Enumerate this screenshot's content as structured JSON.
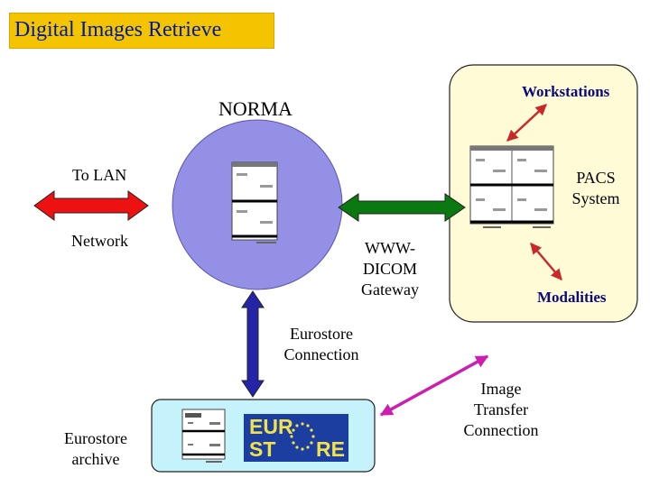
{
  "title": "Digital Images Retrieve",
  "labels": {
    "norma": "NORMA",
    "to_lan": "To LAN",
    "network": "Network",
    "gateway": [
      "WWW-",
      "DICOM",
      "Gateway"
    ],
    "workstations": "Workstations",
    "pacs": [
      "PACS",
      "System"
    ],
    "modalities": "Modalities",
    "eurostore_connection": [
      "Eurostore",
      "Connection"
    ],
    "eurostore_archive": [
      "Eurostore",
      "archive"
    ],
    "image_transfer": [
      "Image",
      "Transfer",
      "Connection"
    ]
  },
  "logo": {
    "line1": "EUR",
    "line2_a": "ST",
    "line2_b": "RE"
  },
  "colors": {
    "title_bg": "#f5c400",
    "title_text": "#001a99",
    "norma_circle": "#9490e6",
    "pacs_panel": "#fffbd6",
    "archive_panel": "#c6f2fb",
    "lan_arrow": "#ee1111",
    "gateway_arrow": "#0a7a10",
    "eurostore_arrow": "#2424a8",
    "image_transfer_arrow": "#cc1fb0",
    "pacs_arrows": "#c82a2a",
    "logo_bg": "#1b3ea0"
  }
}
